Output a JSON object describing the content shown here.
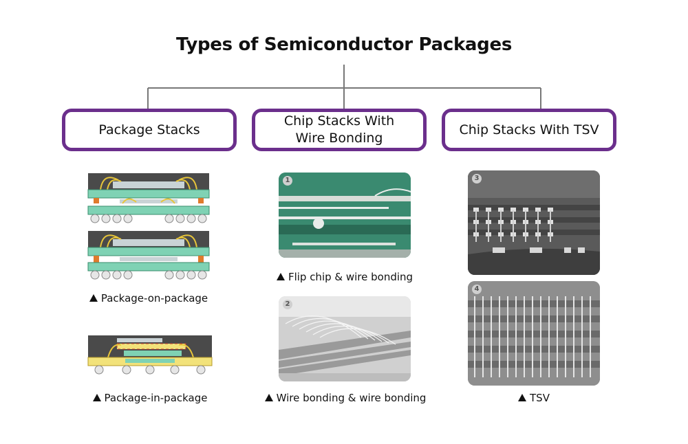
{
  "title": "Types of Semiconductor Packages",
  "categories": [
    {
      "label": "Package Stacks"
    },
    {
      "label": "Chip Stacks With\nWire Bonding"
    },
    {
      "label": "Chip Stacks With TSV"
    }
  ],
  "captions": {
    "pop": "Package-on-package",
    "pip": "Package-in-package",
    "flip": "Flip chip & wire bonding",
    "wire": "Wire bonding & wire bonding",
    "tsv": "TSV"
  },
  "photo_badges": [
    "1",
    "2",
    "3",
    "4"
  ],
  "colors": {
    "accent": "#6b2f8c",
    "line": "#777777",
    "substrate_green": "#7fd2b4",
    "bond_wire": "#e8c63a",
    "solder_orange": "#e07b2c"
  }
}
